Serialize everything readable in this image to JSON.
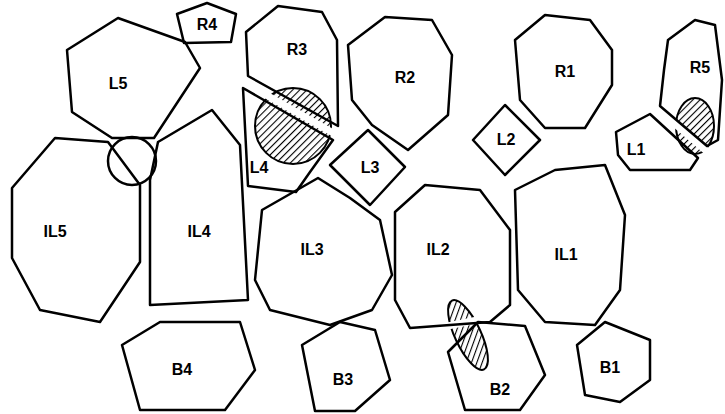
{
  "diagram": {
    "nodes": [
      {
        "text": [
          "R4"
        ]
      },
      {
        "text": [
          "R3"
        ]
      },
      {
        "text": [
          "R2"
        ]
      },
      {
        "text": [
          "R1"
        ]
      },
      {
        "text": [
          "R5"
        ]
      },
      {
        "text": [
          "L5"
        ]
      },
      {
        "text": [
          "L4"
        ]
      },
      {
        "text": [
          "L3"
        ]
      },
      {
        "text": [
          "L2"
        ]
      },
      {
        "text": [
          "L1"
        ]
      },
      {
        "text": [
          "IL5"
        ]
      },
      {
        "text": [
          "IL4"
        ]
      },
      {
        "text": [
          "IL3"
        ]
      },
      {
        "text": [
          "IL2"
        ]
      },
      {
        "text": [
          "IL1"
        ]
      },
      {
        "text": [
          "B4"
        ]
      },
      {
        "text": [
          "B3"
        ]
      },
      {
        "text": [
          "B2"
        ]
      },
      {
        "text": [
          "B1"
        ]
      }
    ]
  }
}
